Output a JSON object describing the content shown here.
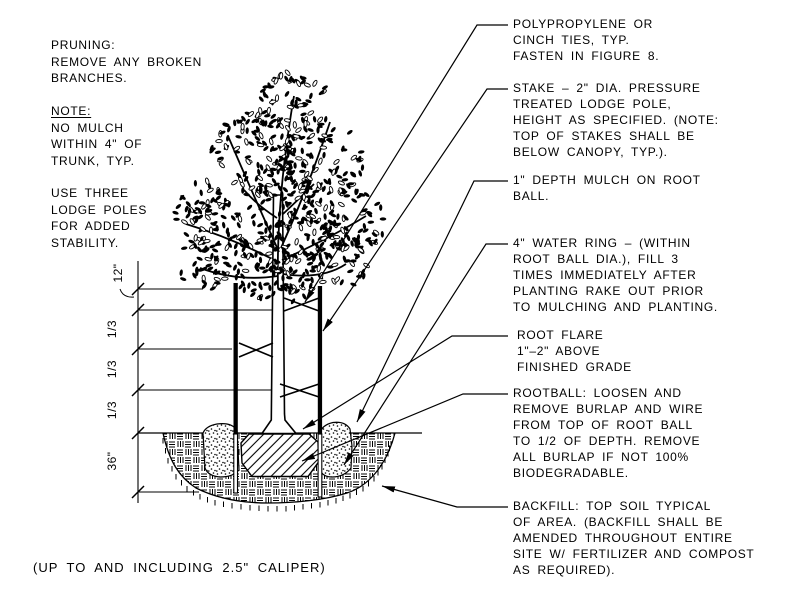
{
  "colors": {
    "ink": "#000000",
    "paper": "#ffffff"
  },
  "notes_left": {
    "pruning": [
      "PRUNING:",
      "REMOVE ANY BROKEN",
      "BRANCHES."
    ],
    "note_heading": "NOTE:",
    "note_body": [
      "NO MULCH",
      "WITHIN 4\" OF",
      "TRUNK, TYP."
    ],
    "stability": [
      "USE THREE",
      "LODGE POLES",
      "FOR ADDED",
      "STABILITY."
    ]
  },
  "callouts": [
    {
      "name": "cinch-ties",
      "lines": [
        "POLYPROPYLENE OR",
        "CINCH TIES, TYP.",
        "FASTEN IN FIGURE 8."
      ]
    },
    {
      "name": "stake",
      "lines": [
        "STAKE – 2\" DIA. PRESSURE",
        "TREATED LODGE POLE,",
        "HEIGHT AS SPECIFIED. (NOTE:",
        "TOP OF STAKES SHALL BE",
        "BELOW CANOPY, TYP.)."
      ]
    },
    {
      "name": "mulch",
      "lines": [
        "1\" DEPTH MULCH ON ROOT",
        "BALL."
      ]
    },
    {
      "name": "water-ring",
      "lines": [
        "4\" WATER RING – (WITHIN",
        "ROOT BALL DIA.), FILL 3",
        "TIMES IMMEDIATELY AFTER",
        "PLANTING RAKE OUT PRIOR",
        "TO MULCHING AND PLANTING."
      ]
    },
    {
      "name": "root-flare",
      "lines": [
        "ROOT FLARE",
        "1\"–2\" ABOVE",
        "FINISHED GRADE"
      ]
    },
    {
      "name": "rootball",
      "lines": [
        "ROOTBALL: LOOSEN AND",
        "REMOVE BURLAP AND WIRE",
        "FROM TOP OF ROOT BALL",
        "TO 1/2 OF DEPTH.  REMOVE",
        "ALL BURLAP IF NOT 100%",
        "BIODEGRADABLE."
      ]
    },
    {
      "name": "backfill",
      "lines": [
        "BACKFILL: TOP SOIL TYPICAL",
        "OF AREA. (BACKFILL SHALL BE",
        "AMENDED THROUGHOUT ENTIRE",
        "SITE W/ FERTILIZER AND COMPOST",
        "AS REQUIRED)."
      ]
    }
  ],
  "dimension_labels": [
    "12\"",
    "1/3",
    "1/3",
    "1/3",
    "36\""
  ],
  "caption": "(UP TO AND INCLUDING 2.5\" CALIPER)"
}
